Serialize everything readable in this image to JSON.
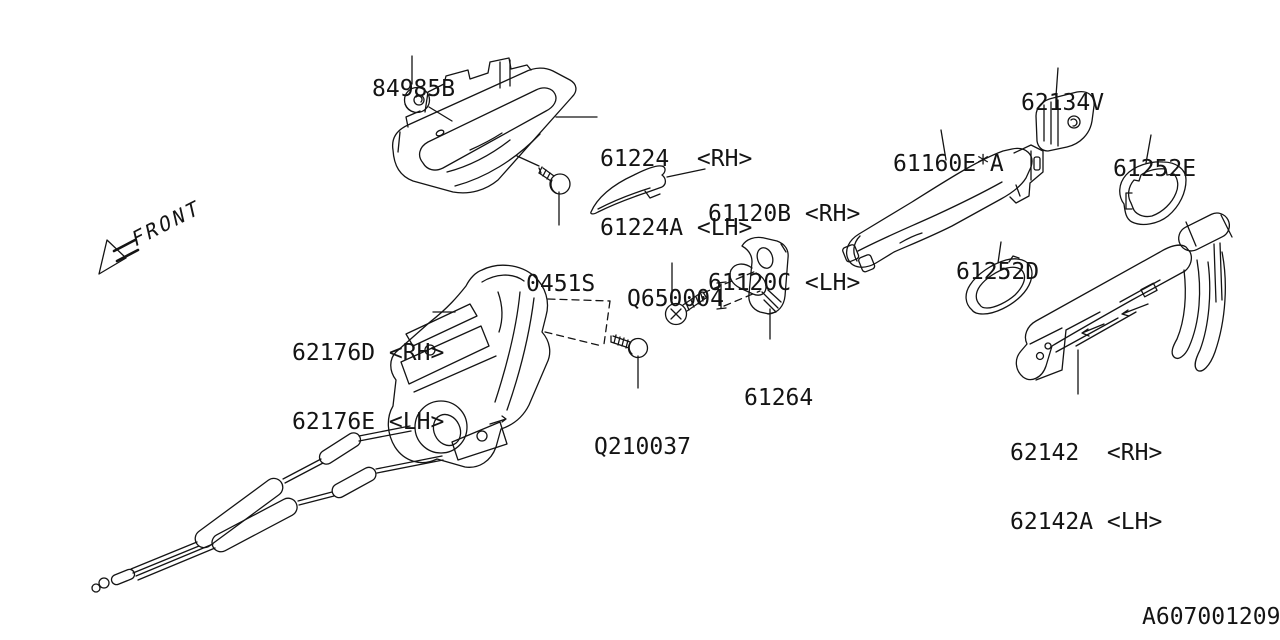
{
  "figure": {
    "front_label": "FRONT",
    "drawing_number": "A607001209"
  },
  "callouts": {
    "clip": {
      "lines": [
        "84985B"
      ]
    },
    "inner_bezel": {
      "lines": [
        "61224  <RH>",
        "61224A <LH>"
      ]
    },
    "sail_cover": {
      "lines": [
        "61120B <RH>",
        "61120C <LH>"
      ]
    },
    "screw_0451s": {
      "lines": [
        "0451S"
      ]
    },
    "screw_q650004": {
      "lines": [
        "Q650004"
      ]
    },
    "striker": {
      "lines": [
        "61264"
      ]
    },
    "screw_q210037": {
      "lines": [
        "Q210037"
      ]
    },
    "latch": {
      "lines": [
        "62176D <RH>",
        "62176E <LH>"
      ]
    },
    "outer_handle": {
      "lines": [
        "61160E*A"
      ]
    },
    "cap": {
      "lines": [
        "62134V"
      ]
    },
    "gasket_rear": {
      "lines": [
        "61252E"
      ]
    },
    "gasket_front": {
      "lines": [
        "61252D"
      ]
    },
    "handle_base": {
      "lines": [
        "62142  <RH>",
        "62142A <LH>"
      ]
    }
  }
}
